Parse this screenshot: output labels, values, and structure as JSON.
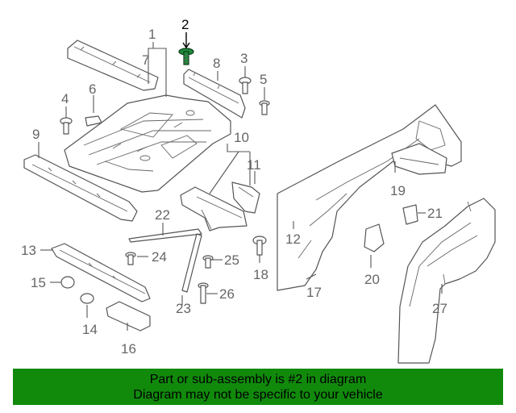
{
  "highlight_color": "#118a0c",
  "banner": {
    "line1": "Part or sub-assembly is #2 in diagram",
    "line2": "Diagram may not be specific to your vehicle"
  },
  "callouts": {
    "c1": "1",
    "c2": "2",
    "c3": "3",
    "c4": "4",
    "c5": "5",
    "c6": "6",
    "c7": "7",
    "c8": "8",
    "c9": "9",
    "c10": "10",
    "c11": "11",
    "c12": "12",
    "c13": "13",
    "c14": "14",
    "c15": "15",
    "c16": "16",
    "c17": "17",
    "c18": "18",
    "c19": "19",
    "c20": "20",
    "c21": "21",
    "c22": "22",
    "c23": "23",
    "c24": "24",
    "c25": "25",
    "c26": "26",
    "c27": "27"
  }
}
